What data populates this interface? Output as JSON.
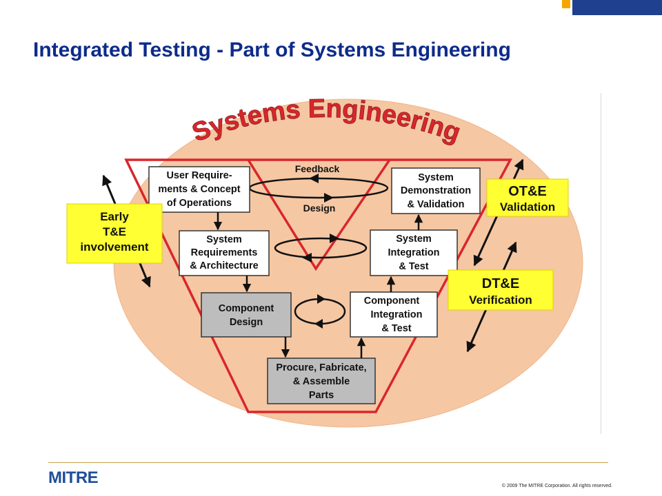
{
  "page": {
    "title": "Integrated Testing - Part of Systems Engineering",
    "footer_logo": "MITRE",
    "copyright": "© 2009 The MITRE Corporation. All rights reserved."
  },
  "diagram": {
    "title": "Systems Engineering",
    "boxes": {
      "user_requirements": [
        "User Require-",
        "ments & Concept",
        "of Operations"
      ],
      "system_requirements": [
        "System",
        "Requirements",
        "& Architecture"
      ],
      "component_design": [
        "Component",
        "Design"
      ],
      "procure": [
        "Procure, Fabricate,",
        "& Assemble",
        "Parts"
      ],
      "component_integration": [
        "Component",
        "Integration",
        "& Test"
      ],
      "system_integration": [
        "System",
        "Integration",
        "& Test"
      ],
      "system_demonstration": [
        "System",
        "Demonstration",
        "&  Validation"
      ]
    },
    "loop_labels": {
      "feedback": "Feedback",
      "design": "Design"
    },
    "callouts": {
      "early": [
        "Early",
        "T&E",
        "involvement"
      ],
      "ote": [
        "OT&E",
        "Validation"
      ],
      "dte": [
        "DT&E",
        "Verification"
      ]
    }
  },
  "colors": {
    "title_blue": "#0d2b8a",
    "ellipse_fill": "#f5c7a3",
    "v_outline": "#d9262b",
    "callout_yellow": "#ffff33",
    "gray_box": "#bdbdbd"
  }
}
